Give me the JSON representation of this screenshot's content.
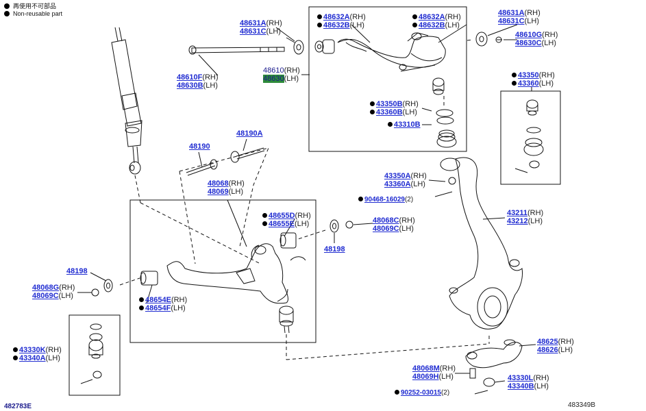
{
  "legend": [
    {
      "symbol": "●",
      "text": "再使用不可部品"
    },
    {
      "symbol": "●",
      "text": "Non-reusable part"
    }
  ],
  "codes": {
    "left": "482783E",
    "right": "483349B"
  },
  "labels": {
    "l48631A": {
      "a": "48631A",
      "as": "(RH)",
      "b": "48631C",
      "bs": "(LH)"
    },
    "l48610F": {
      "a": "48610F",
      "as": "(RH)",
      "b": "48630B",
      "bs": "(LH)"
    },
    "l48610": {
      "a": "48610",
      "as": "(RH)",
      "b": "48630",
      "bs": "(LH)"
    },
    "l48632A1": {
      "a": "48632A",
      "as": "(RH)",
      "b": "48632B",
      "bs": "(LH)"
    },
    "l48632A2": {
      "a": "48632A",
      "as": "(RH)",
      "b": "48632B",
      "bs": "(LH)"
    },
    "l48631A_r": {
      "a": "48631A",
      "as": "(RH)",
      "b": "48631C",
      "bs": "(LH)"
    },
    "l48610G": {
      "a": "48610G",
      "as": "(RH)",
      "b": "48630C",
      "bs": "(LH)"
    },
    "l43350_r": {
      "a": "43350",
      "as": "(RH)",
      "b": "43360",
      "bs": "(LH)"
    },
    "l43350B": {
      "a": "43350B",
      "as": "(RH)",
      "b": "43360B",
      "bs": "(LH)"
    },
    "l43310B": {
      "a": "43310B"
    },
    "l48190A": {
      "a": "48190A"
    },
    "l48190": {
      "a": "48190"
    },
    "l48068": {
      "a": "48068",
      "as": "(RH)",
      "b": "48069",
      "bs": "(LH)"
    },
    "l48655D": {
      "a": "48655D",
      "as": "(RH)",
      "b": "48655E",
      "bs": "(LH)"
    },
    "l48068C": {
      "a": "48068C",
      "as": "(RH)",
      "b": "48069C",
      "bs": "(LH)"
    },
    "l48198a": {
      "a": "48198"
    },
    "l48198b": {
      "a": "48198"
    },
    "l48068G": {
      "a": "48068G",
      "as": "(RH)",
      "b": "48069C",
      "bs": "(LH)"
    },
    "l48654E": {
      "a": "48654E",
      "as": "(RH)",
      "b": "48654F",
      "bs": "(LH)"
    },
    "l43350A": {
      "a": "43350A",
      "as": "(RH)",
      "b": "43360A",
      "bs": "(LH)"
    },
    "l90468": {
      "a": "90468-16029",
      "as": "(2)"
    },
    "l43211": {
      "a": "43211",
      "as": "(RH)",
      "b": "43212",
      "bs": "(LH)"
    },
    "l43330K": {
      "a": "43330K",
      "as": "(RH)",
      "b": "43340A",
      "bs": "(LH)"
    },
    "l48625": {
      "a": "48625",
      "as": "(RH)",
      "b": "48626",
      "bs": "(LH)"
    },
    "l48068M": {
      "a": "48068M",
      "as": "(RH)",
      "b": "48069H",
      "bs": "(LH)"
    },
    "l43330L": {
      "a": "43330L",
      "as": "(RH)",
      "b": "43340B",
      "bs": "(LH)"
    },
    "l90252": {
      "a": "90252-03015",
      "as": "(2)"
    }
  }
}
